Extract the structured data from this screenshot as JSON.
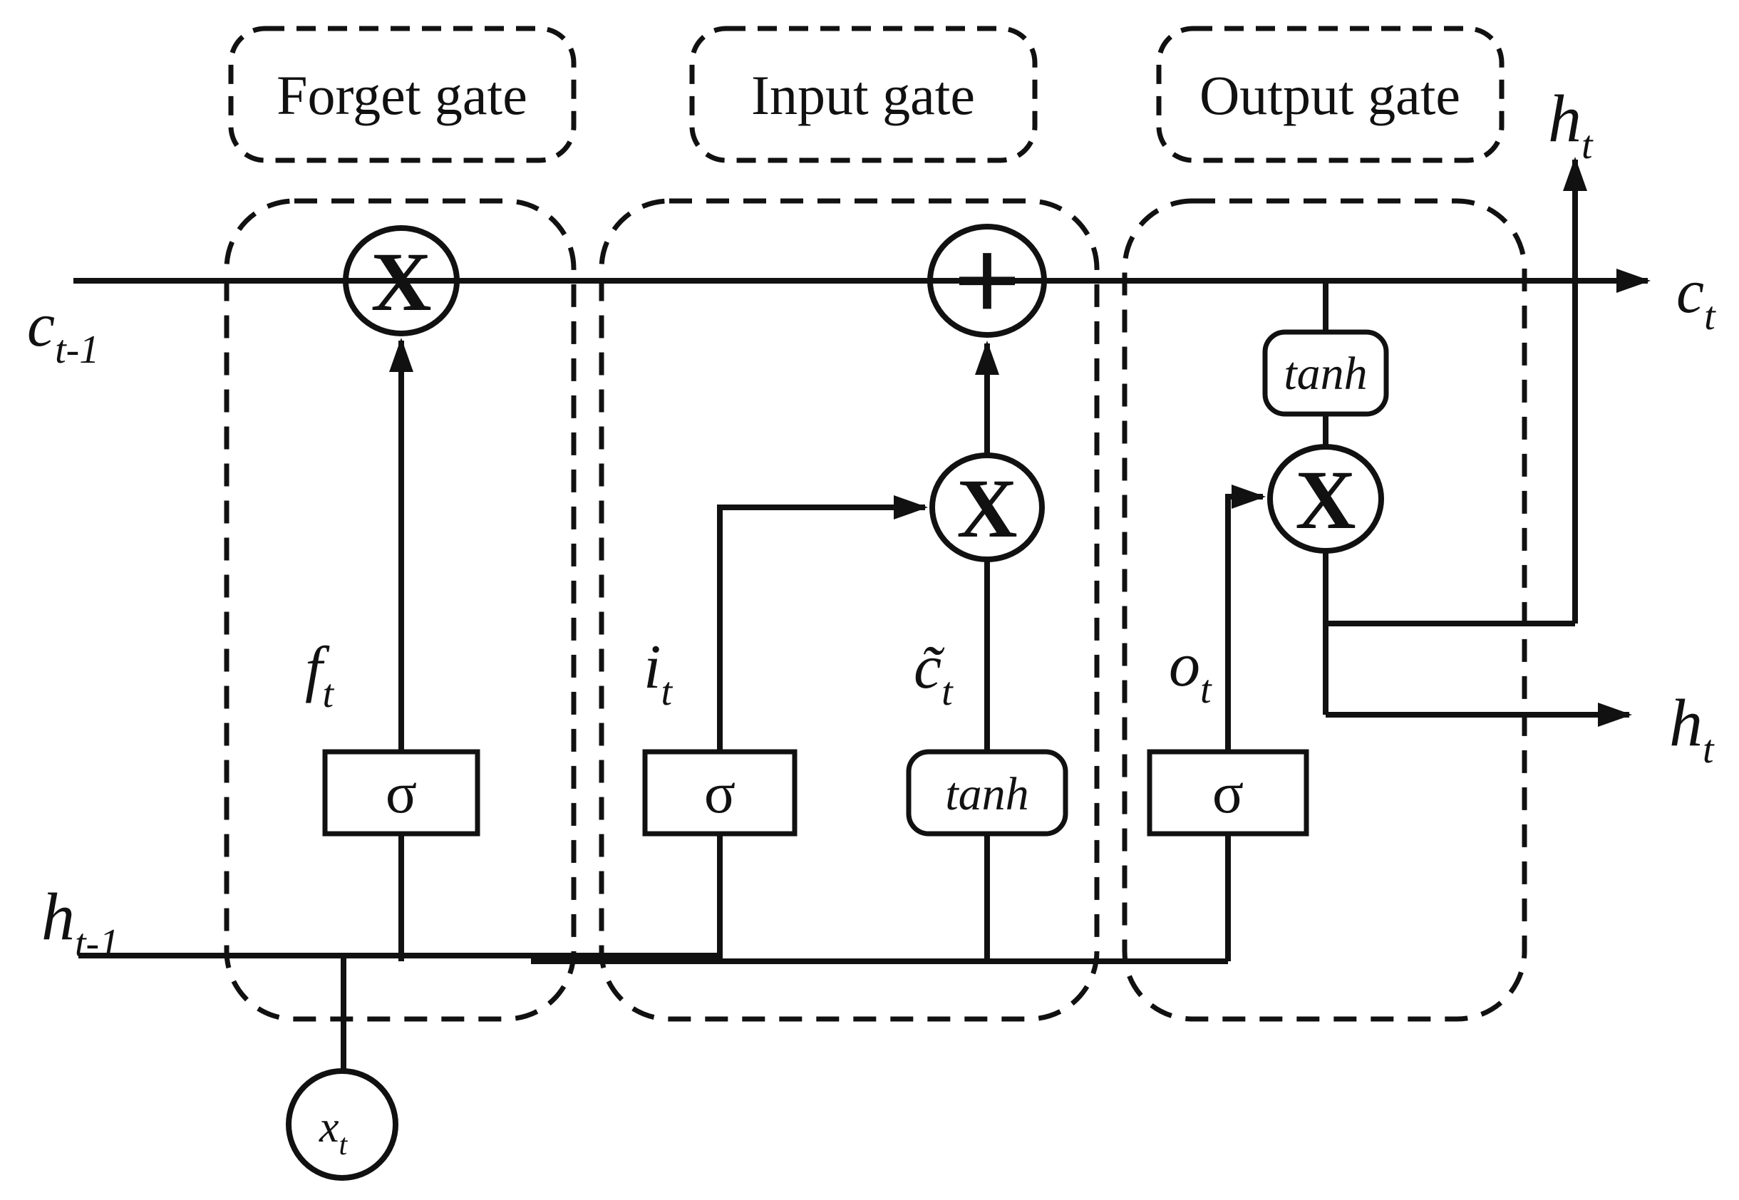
{
  "diagram": {
    "type": "lstm-cell-architecture",
    "gate_labels": {
      "forget": "Forget gate",
      "input": "Input gate",
      "output": "Output gate"
    },
    "node_symbols": {
      "multiply": "X",
      "add": "+"
    },
    "function_labels": {
      "sigma": "σ",
      "tanh": "tanh"
    },
    "signal_labels": {
      "c_prev": {
        "main": "c",
        "sub": "t-1"
      },
      "h_prev": {
        "main": "h",
        "sub": "t-1"
      },
      "c_next": {
        "main": "c",
        "sub": "t"
      },
      "h_next_top": {
        "main": "h",
        "sub": "t"
      },
      "h_next_right": {
        "main": "h",
        "sub": "t"
      },
      "forget_signal": {
        "main": "f",
        "sub": "t"
      },
      "input_signal": {
        "main": "i",
        "sub": "t"
      },
      "candidate_signal": {
        "main": "c̃",
        "sub": "t"
      },
      "output_signal": {
        "main": "o",
        "sub": "t"
      },
      "x_input": {
        "main": "x",
        "sub": "t"
      }
    },
    "colors": {
      "line": "#111111",
      "background": "#ffffff"
    }
  }
}
